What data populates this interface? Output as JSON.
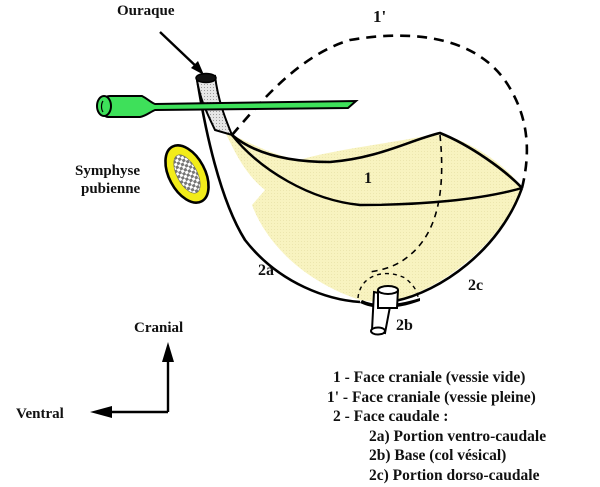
{
  "labels": {
    "ouraque": "Ouraque",
    "symphyse_line1": "Symphyse",
    "symphyse_line2": "pubienne",
    "face_1": "1",
    "face_1prime": "1'",
    "face_2a": "2a",
    "face_2b": "2b",
    "face_2c": "2c",
    "cranial": "Cranial",
    "ventral": "Ventral"
  },
  "legend": {
    "items": [
      {
        "text": "1 - Face craniale (vessie vide)",
        "indent": 0
      },
      {
        "text": "1' - Face craniale (vessie pleine)",
        "indent": 0
      },
      {
        "text": "2 - Face caudale :",
        "indent": 0
      },
      {
        "text": "2a) Portion ventro-caudale",
        "indent": 1
      },
      {
        "text": "2b) Base (col vésical)",
        "indent": 1
      },
      {
        "text": "2c) Portion dorso-caudale",
        "indent": 1
      }
    ]
  },
  "colors": {
    "bladder_fill": "#f8f3c0",
    "catheter_green": "#3ee05a",
    "symphysis_yellow": "#f2ec1a",
    "outline": "#000000"
  }
}
